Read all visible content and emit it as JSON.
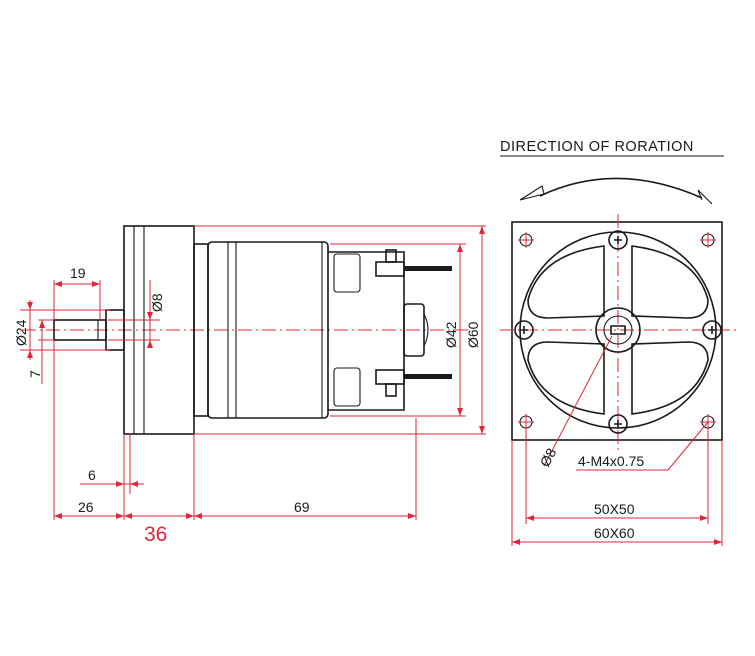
{
  "side_view": {
    "dims": {
      "shaft_length": "19",
      "flat_depth": "Ø8",
      "shaft_dia": "Ø24",
      "key_height": "7",
      "flange_thickness": "6",
      "shaft_total": "26",
      "gearbox_length": "36",
      "motor_length": "69",
      "motor_dia": "Ø42",
      "body_dia": "Ø60"
    }
  },
  "front_view": {
    "title": "DIRECTION OF RORATION",
    "dims": {
      "shaft_dia": "Ø8",
      "screws": "4-M4x0.75",
      "hole_pitch": "50X50",
      "outline": "60X60"
    }
  }
}
